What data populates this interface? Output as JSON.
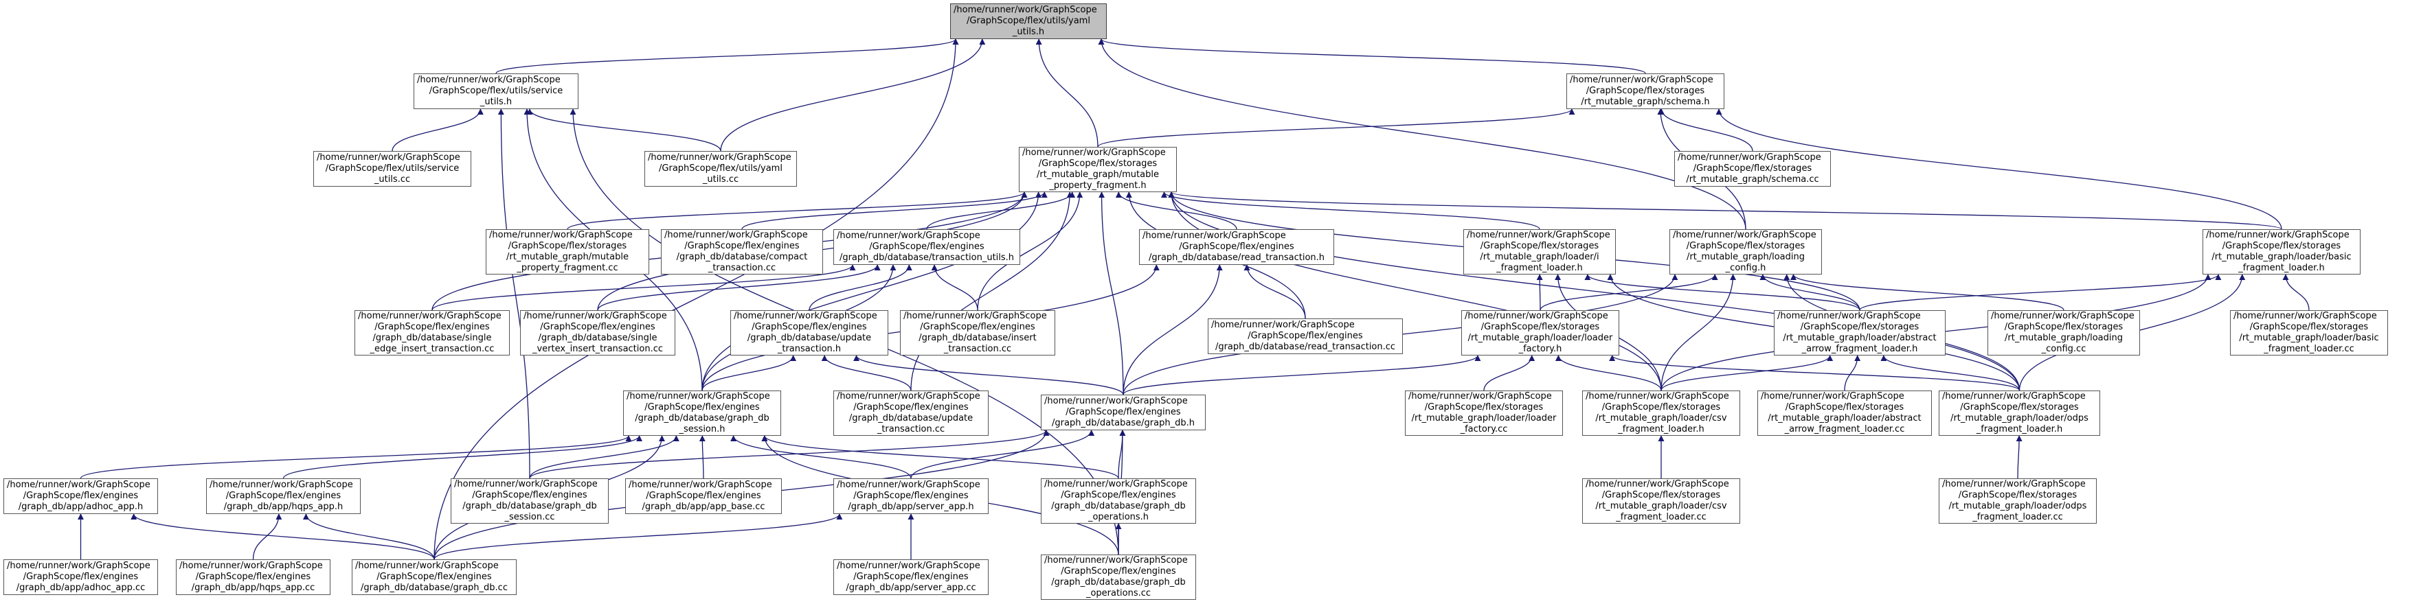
{
  "graph": {
    "nodes": [
      {
        "id": "yaml_utils_h",
        "current": true,
        "lines": [
          "/home/runner/work/GraphScope",
          "/GraphScope/flex/utils/yaml",
          "_utils.h"
        ]
      },
      {
        "id": "service_utils_h",
        "lines": [
          "/home/runner/work/GraphScope",
          "/GraphScope/flex/utils/service",
          "_utils.h"
        ]
      },
      {
        "id": "schema_h",
        "lines": [
          "/home/runner/work/GraphScope",
          "/GraphScope/flex/storages",
          "/rt_mutable_graph/schema.h"
        ]
      },
      {
        "id": "service_utils_cc",
        "lines": [
          "/home/runner/work/GraphScope",
          "/GraphScope/flex/utils/service",
          "_utils.cc"
        ]
      },
      {
        "id": "yaml_utils_cc",
        "lines": [
          "/home/runner/work/GraphScope",
          "/GraphScope/flex/utils/yaml",
          "_utils.cc"
        ]
      },
      {
        "id": "mpf_h",
        "lines": [
          "/home/runner/work/GraphScope",
          "/GraphScope/flex/storages",
          "/rt_mutable_graph/mutable",
          "_property_fragment.h"
        ]
      },
      {
        "id": "schema_cc",
        "lines": [
          "/home/runner/work/GraphScope",
          "/GraphScope/flex/storages",
          "/rt_mutable_graph/schema.cc"
        ]
      },
      {
        "id": "mpf_cc",
        "lines": [
          "/home/runner/work/GraphScope",
          "/GraphScope/flex/storages",
          "/rt_mutable_graph/mutable",
          "_property_fragment.cc"
        ]
      },
      {
        "id": "compact_txn_cc",
        "lines": [
          "/home/runner/work/GraphScope",
          "/GraphScope/flex/engines",
          "/graph_db/database/compact",
          "_transaction.cc"
        ]
      },
      {
        "id": "txn_utils_h",
        "lines": [
          "/home/runner/work/GraphScope",
          "/GraphScope/flex/engines",
          "/graph_db/database/transaction_utils.h"
        ]
      },
      {
        "id": "read_txn_h",
        "lines": [
          "/home/runner/work/GraphScope",
          "/GraphScope/flex/engines",
          "/graph_db/database/read_transaction.h"
        ]
      },
      {
        "id": "i_frag_loader_h",
        "lines": [
          "/home/runner/work/GraphScope",
          "/GraphScope/flex/storages",
          "/rt_mutable_graph/loader/i",
          "_fragment_loader.h"
        ]
      },
      {
        "id": "loading_config_h",
        "lines": [
          "/home/runner/work/GraphScope",
          "/GraphScope/flex/storages",
          "/rt_mutable_graph/loading",
          "_config.h"
        ]
      },
      {
        "id": "basic_loader_h",
        "lines": [
          "/home/runner/work/GraphScope",
          "/GraphScope/flex/storages",
          "/rt_mutable_graph/loader/basic",
          "_fragment_loader.h"
        ]
      },
      {
        "id": "single_edge_cc",
        "lines": [
          "/home/runner/work/GraphScope",
          "/GraphScope/flex/engines",
          "/graph_db/database/single",
          "_edge_insert_transaction.cc"
        ]
      },
      {
        "id": "single_vertex_cc",
        "lines": [
          "/home/runner/work/GraphScope",
          "/GraphScope/flex/engines",
          "/graph_db/database/single",
          "_vertex_insert_transaction.cc"
        ]
      },
      {
        "id": "update_txn_h",
        "lines": [
          "/home/runner/work/GraphScope",
          "/GraphScope/flex/engines",
          "/graph_db/database/update",
          "_transaction.h"
        ]
      },
      {
        "id": "insert_txn_cc",
        "lines": [
          "/home/runner/work/GraphScope",
          "/GraphScope/flex/engines",
          "/graph_db/database/insert",
          "_transaction.cc"
        ]
      },
      {
        "id": "read_txn_cc",
        "lines": [
          "/home/runner/work/GraphScope",
          "/GraphScope/flex/engines",
          "/graph_db/database/read_transaction.cc"
        ]
      },
      {
        "id": "loader_factory_h",
        "lines": [
          "/home/runner/work/GraphScope",
          "/GraphScope/flex/storages",
          "/rt_mutable_graph/loader/loader",
          "_factory.h"
        ]
      },
      {
        "id": "abstract_loader_h",
        "lines": [
          "/home/runner/work/GraphScope",
          "/GraphScope/flex/storages",
          "/rt_mutable_graph/loader/abstract",
          "_arrow_fragment_loader.h"
        ]
      },
      {
        "id": "loading_config_cc",
        "lines": [
          "/home/runner/work/GraphScope",
          "/GraphScope/flex/storages",
          "/rt_mutable_graph/loading",
          "_config.cc"
        ]
      },
      {
        "id": "basic_loader_cc",
        "lines": [
          "/home/runner/work/GraphScope",
          "/GraphScope/flex/storages",
          "/rt_mutable_graph/loader/basic",
          "_fragment_loader.cc"
        ]
      },
      {
        "id": "graph_db_session_h",
        "lines": [
          "/home/runner/work/GraphScope",
          "/GraphScope/flex/engines",
          "/graph_db/database/graph_db",
          "_session.h"
        ]
      },
      {
        "id": "update_txn_cc",
        "lines": [
          "/home/runner/work/GraphScope",
          "/GraphScope/flex/engines",
          "/graph_db/database/update",
          "_transaction.cc"
        ]
      },
      {
        "id": "graph_db_h",
        "lines": [
          "/home/runner/work/GraphScope",
          "/GraphScope/flex/engines",
          "/graph_db/database/graph_db.h"
        ]
      },
      {
        "id": "loader_factory_cc",
        "lines": [
          "/home/runner/work/GraphScope",
          "/GraphScope/flex/storages",
          "/rt_mutable_graph/loader/loader",
          "_factory.cc"
        ]
      },
      {
        "id": "csv_loader_h",
        "lines": [
          "/home/runner/work/GraphScope",
          "/GraphScope/flex/storages",
          "/rt_mutable_graph/loader/csv",
          "_fragment_loader.h"
        ]
      },
      {
        "id": "abstract_loader_cc",
        "lines": [
          "/home/runner/work/GraphScope",
          "/GraphScope/flex/storages",
          "/rt_mutable_graph/loader/abstract",
          "_arrow_fragment_loader.cc"
        ]
      },
      {
        "id": "odps_loader_h",
        "lines": [
          "/home/runner/work/GraphScope",
          "/GraphScope/flex/storages",
          "/rt_mutable_graph/loader/odps",
          "_fragment_loader.h"
        ]
      },
      {
        "id": "adhoc_app_h",
        "lines": [
          "/home/runner/work/GraphScope",
          "/GraphScope/flex/engines",
          "/graph_db/app/adhoc_app.h"
        ]
      },
      {
        "id": "hqps_app_h",
        "lines": [
          "/home/runner/work/GraphScope",
          "/GraphScope/flex/engines",
          "/graph_db/app/hqps_app.h"
        ]
      },
      {
        "id": "graph_db_session_cc",
        "lines": [
          "/home/runner/work/GraphScope",
          "/GraphScope/flex/engines",
          "/graph_db/database/graph_db",
          "_session.cc"
        ]
      },
      {
        "id": "app_base_cc",
        "lines": [
          "/home/runner/work/GraphScope",
          "/GraphScope/flex/engines",
          "/graph_db/app/app_base.cc"
        ]
      },
      {
        "id": "server_app_h",
        "lines": [
          "/home/runner/work/GraphScope",
          "/GraphScope/flex/engines",
          "/graph_db/app/server_app.h"
        ]
      },
      {
        "id": "graph_db_ops_h",
        "lines": [
          "/home/runner/work/GraphScope",
          "/GraphScope/flex/engines",
          "/graph_db/database/graph_db",
          "_operations.h"
        ]
      },
      {
        "id": "csv_loader_cc",
        "lines": [
          "/home/runner/work/GraphScope",
          "/GraphScope/flex/storages",
          "/rt_mutable_graph/loader/csv",
          "_fragment_loader.cc"
        ]
      },
      {
        "id": "odps_loader_cc",
        "lines": [
          "/home/runner/work/GraphScope",
          "/GraphScope/flex/storages",
          "/rt_mutable_graph/loader/odps",
          "_fragment_loader.cc"
        ]
      },
      {
        "id": "adhoc_app_cc",
        "lines": [
          "/home/runner/work/GraphScope",
          "/GraphScope/flex/engines",
          "/graph_db/app/adhoc_app.cc"
        ]
      },
      {
        "id": "hqps_app_cc",
        "lines": [
          "/home/runner/work/GraphScope",
          "/GraphScope/flex/engines",
          "/graph_db/app/hqps_app.cc"
        ]
      },
      {
        "id": "graph_db_cc",
        "lines": [
          "/home/runner/work/GraphScope",
          "/GraphScope/flex/engines",
          "/graph_db/database/graph_db.cc"
        ]
      },
      {
        "id": "server_app_cc",
        "lines": [
          "/home/runner/work/GraphScope",
          "/GraphScope/flex/engines",
          "/graph_db/app/server_app.cc"
        ]
      },
      {
        "id": "graph_db_ops_cc",
        "lines": [
          "/home/runner/work/GraphScope",
          "/GraphScope/flex/engines",
          "/graph_db/database/graph_db",
          "_operations.cc"
        ]
      }
    ],
    "edges": [
      [
        "service_utils_h",
        "yaml_utils_h"
      ],
      [
        "schema_h",
        "yaml_utils_h"
      ],
      [
        "yaml_utils_cc",
        "yaml_utils_h"
      ],
      [
        "mpf_h",
        "yaml_utils_h"
      ],
      [
        "loading_config_h",
        "yaml_utils_h"
      ],
      [
        "graph_db_cc",
        "yaml_utils_h"
      ],
      [
        "service_utils_cc",
        "service_utils_h"
      ],
      [
        "yaml_utils_cc",
        "service_utils_h"
      ],
      [
        "graph_db_session_cc",
        "service_utils_h"
      ],
      [
        "graph_db_ops_cc",
        "service_utils_h"
      ],
      [
        "graph_db_session_h",
        "service_utils_h"
      ],
      [
        "mpf_h",
        "schema_h"
      ],
      [
        "schema_cc",
        "schema_h"
      ],
      [
        "loading_config_h",
        "schema_h"
      ],
      [
        "basic_loader_h",
        "schema_h"
      ],
      [
        "mpf_cc",
        "mpf_h"
      ],
      [
        "compact_txn_cc",
        "mpf_h"
      ],
      [
        "txn_utils_h",
        "mpf_h"
      ],
      [
        "read_txn_h",
        "mpf_h"
      ],
      [
        "i_frag_loader_h",
        "mpf_h"
      ],
      [
        "basic_loader_h",
        "mpf_h"
      ],
      [
        "single_edge_cc",
        "mpf_h"
      ],
      [
        "single_vertex_cc",
        "mpf_h"
      ],
      [
        "insert_txn_cc",
        "mpf_h"
      ],
      [
        "read_txn_cc",
        "mpf_h"
      ],
      [
        "update_txn_cc",
        "mpf_h"
      ],
      [
        "graph_db_h",
        "mpf_h"
      ],
      [
        "graph_db_session_h",
        "mpf_h"
      ],
      [
        "csv_loader_h",
        "mpf_h"
      ],
      [
        "abstract_loader_h",
        "mpf_h"
      ],
      [
        "odps_loader_h",
        "mpf_h"
      ],
      [
        "single_edge_cc",
        "txn_utils_h"
      ],
      [
        "single_vertex_cc",
        "txn_utils_h"
      ],
      [
        "update_txn_h",
        "txn_utils_h"
      ],
      [
        "insert_txn_cc",
        "txn_utils_h"
      ],
      [
        "graph_db_session_h",
        "txn_utils_h"
      ],
      [
        "read_txn_cc",
        "read_txn_h"
      ],
      [
        "graph_db_h",
        "read_txn_h"
      ],
      [
        "graph_db_session_h",
        "read_txn_h"
      ],
      [
        "loader_factory_h",
        "i_frag_loader_h"
      ],
      [
        "abstract_loader_h",
        "i_frag_loader_h"
      ],
      [
        "csv_loader_h",
        "i_frag_loader_h"
      ],
      [
        "odps_loader_h",
        "i_frag_loader_h"
      ],
      [
        "loader_factory_h",
        "loading_config_h"
      ],
      [
        "abstract_loader_h",
        "loading_config_h"
      ],
      [
        "loading_config_cc",
        "loading_config_h"
      ],
      [
        "csv_loader_h",
        "loading_config_h"
      ],
      [
        "odps_loader_h",
        "loading_config_h"
      ],
      [
        "graph_db_h",
        "loading_config_h"
      ],
      [
        "abstract_loader_h",
        "basic_loader_h"
      ],
      [
        "basic_loader_cc",
        "basic_loader_h"
      ],
      [
        "odps_loader_h",
        "basic_loader_h"
      ],
      [
        "csv_loader_h",
        "basic_loader_h"
      ],
      [
        "graph_db_session_h",
        "update_txn_h"
      ],
      [
        "update_txn_cc",
        "update_txn_h"
      ],
      [
        "graph_db_h",
        "update_txn_h"
      ],
      [
        "graph_db_h",
        "loader_factory_h"
      ],
      [
        "loader_factory_cc",
        "loader_factory_h"
      ],
      [
        "csv_loader_h",
        "loader_factory_h"
      ],
      [
        "odps_loader_h",
        "loader_factory_h"
      ],
      [
        "csv_loader_h",
        "abstract_loader_h"
      ],
      [
        "abstract_loader_cc",
        "abstract_loader_h"
      ],
      [
        "odps_loader_h",
        "abstract_loader_h"
      ],
      [
        "adhoc_app_h",
        "graph_db_session_h"
      ],
      [
        "hqps_app_h",
        "graph_db_session_h"
      ],
      [
        "graph_db_session_cc",
        "graph_db_session_h"
      ],
      [
        "app_base_cc",
        "graph_db_session_h"
      ],
      [
        "server_app_h",
        "graph_db_session_h"
      ],
      [
        "graph_db_ops_h",
        "graph_db_session_h"
      ],
      [
        "graph_db_cc",
        "graph_db_session_h"
      ],
      [
        "graph_db_ops_cc",
        "graph_db_session_h"
      ],
      [
        "graph_db_session_cc",
        "graph_db_h"
      ],
      [
        "server_app_h",
        "graph_db_h"
      ],
      [
        "graph_db_ops_h",
        "graph_db_h"
      ],
      [
        "graph_db_cc",
        "graph_db_h"
      ],
      [
        "graph_db_ops_cc",
        "graph_db_h"
      ],
      [
        "csv_loader_cc",
        "csv_loader_h"
      ],
      [
        "odps_loader_cc",
        "odps_loader_h"
      ],
      [
        "adhoc_app_cc",
        "adhoc_app_h"
      ],
      [
        "graph_db_cc",
        "adhoc_app_h"
      ],
      [
        "hqps_app_cc",
        "hqps_app_h"
      ],
      [
        "graph_db_cc",
        "hqps_app_h"
      ],
      [
        "graph_db_cc",
        "server_app_h"
      ],
      [
        "server_app_cc",
        "server_app_h"
      ],
      [
        "graph_db_ops_cc",
        "graph_db_ops_h"
      ]
    ]
  }
}
